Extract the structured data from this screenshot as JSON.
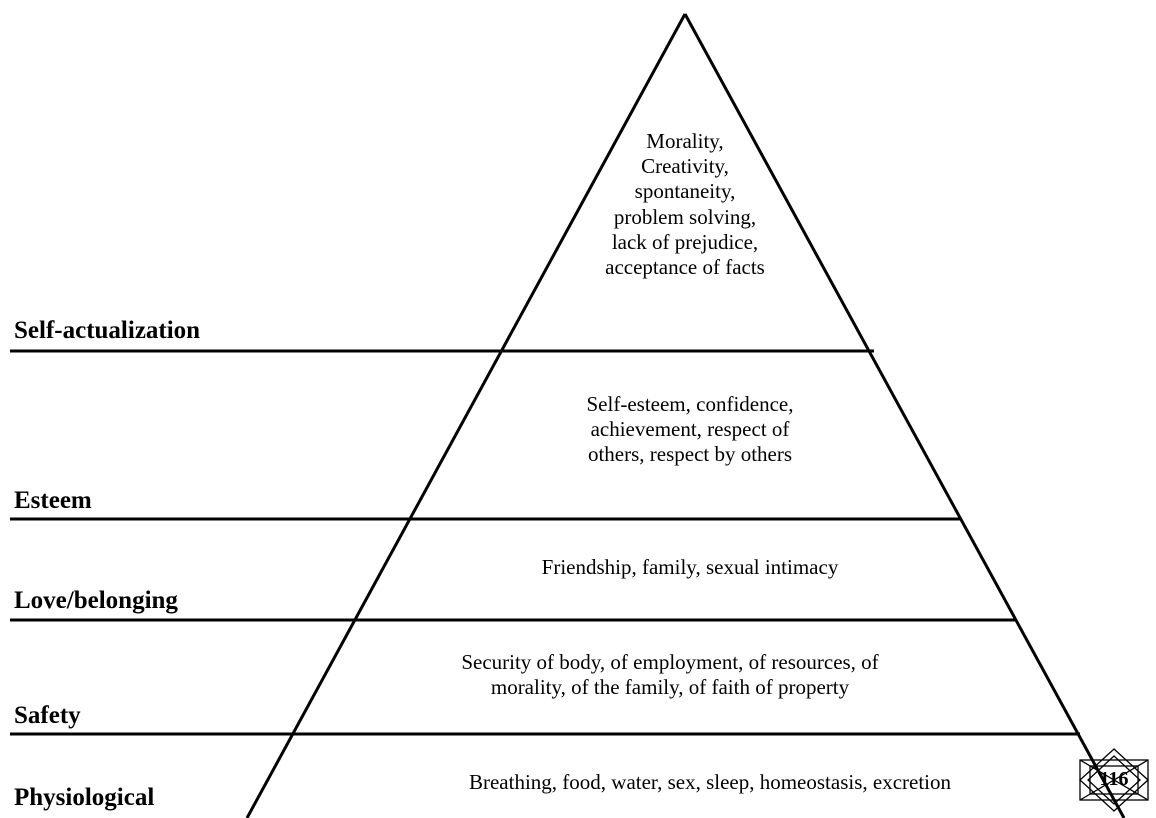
{
  "levels": [
    {
      "label": "Self-actualization",
      "description": "Morality,\nCreativity,\nspontaneity,\nproblem solving,\nlack of prejudice,\nacceptance of facts"
    },
    {
      "label": "Esteem",
      "description": "Self-esteem, confidence,\nachievement, respect of\nothers, respect by others"
    },
    {
      "label": "Love/belonging",
      "description": "Friendship, family, sexual intimacy"
    },
    {
      "label": "Safety",
      "description": "Security of body, of employment, of resources, of\nmorality, of the family, of faith of property"
    },
    {
      "label": "Physiological",
      "description": "Breathing, food, water, sex, sleep, homeostasis, excretion"
    }
  ],
  "page_badge": {
    "number": "116"
  }
}
